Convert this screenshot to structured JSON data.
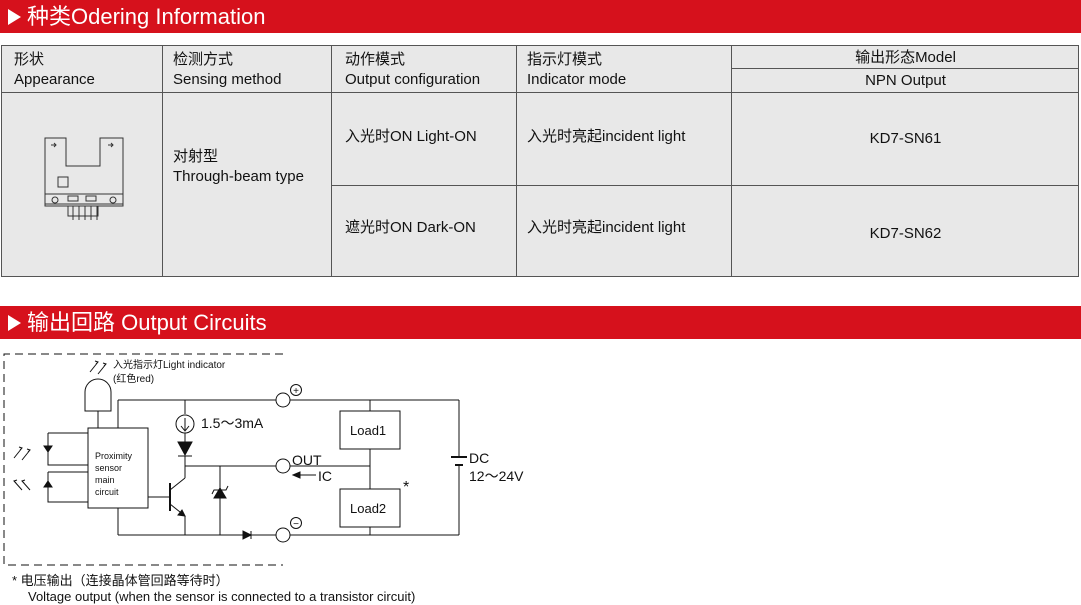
{
  "sections": {
    "ordering_title": "种类Odering Information",
    "circuits_title": "输出回路 Output Circuits"
  },
  "table": {
    "headers": {
      "appearance_cn": "形状",
      "appearance_en": "Appearance",
      "sensing_cn": "检测方式",
      "sensing_en": "Sensing method",
      "output_cn": "动作模式",
      "output_en": "Output configuration",
      "indicator_cn": "指示灯模式",
      "indicator_en": "Indicator mode",
      "model": "输出形态Model",
      "model_sub": "NPN Output"
    },
    "sensing_type_cn": "对射型",
    "sensing_type_en": "Through-beam type",
    "rows": [
      {
        "output": "入光时ON  Light-ON",
        "indicator": "入光时亮起incident light",
        "model": "KD7-SN61"
      },
      {
        "output": "遮光时ON  Dark-ON",
        "indicator": "入光时亮起incident light",
        "model": "KD7-SN62"
      }
    ]
  },
  "circuit": {
    "indicator_label": "入光指示灯Light indicator",
    "indicator_color": "(红色red)",
    "current": "1.5～3mA",
    "block_line1": "Proximity",
    "block_line2": "sensor",
    "block_line3": "main",
    "block_line4": "circuit",
    "out": "OUT",
    "ic": "IC",
    "load1": "Load1",
    "load2": "Load2",
    "asterisk": "*",
    "dc": "DC",
    "voltage": "12～24V",
    "plus": "+",
    "minus": "−"
  },
  "footnote": {
    "cn": "*  电压输出（连接晶体管回路等待时）",
    "en": "Voltage output (when the sensor is connected to a transistor circuit)"
  },
  "colors": {
    "banner": "#d6111c",
    "table_bg": "#e8e8e8"
  }
}
